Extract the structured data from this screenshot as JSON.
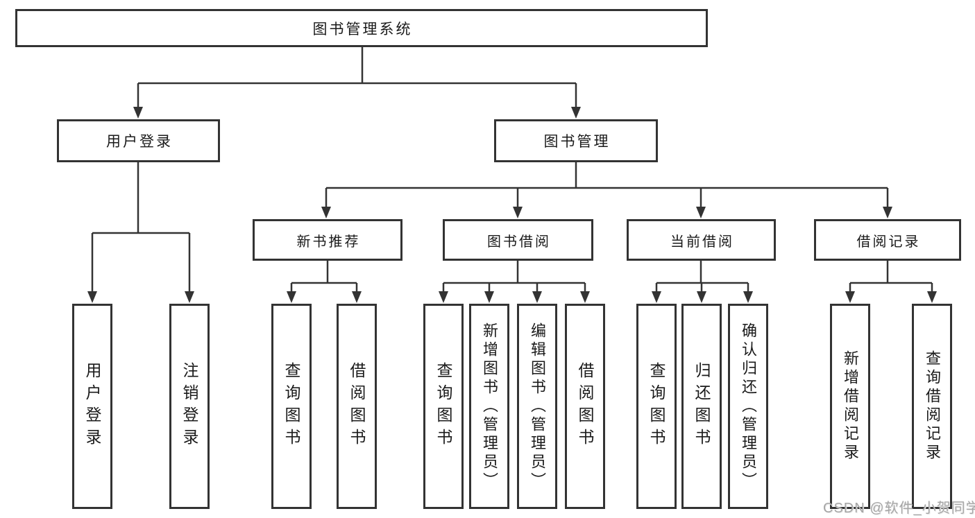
{
  "diagram": {
    "root": "图书管理系统",
    "level2": {
      "user_login": "用户登录",
      "book_management": "图书管理"
    },
    "level3": {
      "new_book_recommend": "新书推荐",
      "book_borrow": "图书借阅",
      "current_borrow": "当前借阅",
      "borrow_records": "借阅记录"
    },
    "leaves": {
      "user_login": "用户登录",
      "logout": "注销登录",
      "rec_query_books": "查询图书",
      "rec_borrow_books": "借阅图书",
      "bb_query_books": "查询图书",
      "bb_add_books_admin": "新增图书（管理员）",
      "bb_edit_books_admin": "编辑图书（管理员）",
      "bb_borrow_books": "借阅图书",
      "cb_query_books": "查询图书",
      "cb_return_books": "归还图书",
      "cb_confirm_return_admin": "确认归还（管理员）",
      "br_add_record": "新增借阅记录",
      "br_query_record": "查询借阅记录"
    },
    "watermark": "CSDN @软件_小贺同学",
    "colors": {
      "line": "#333333",
      "text": "#1a1a1a",
      "watermark": "#a6a6a6",
      "background": "#ffffff"
    }
  }
}
